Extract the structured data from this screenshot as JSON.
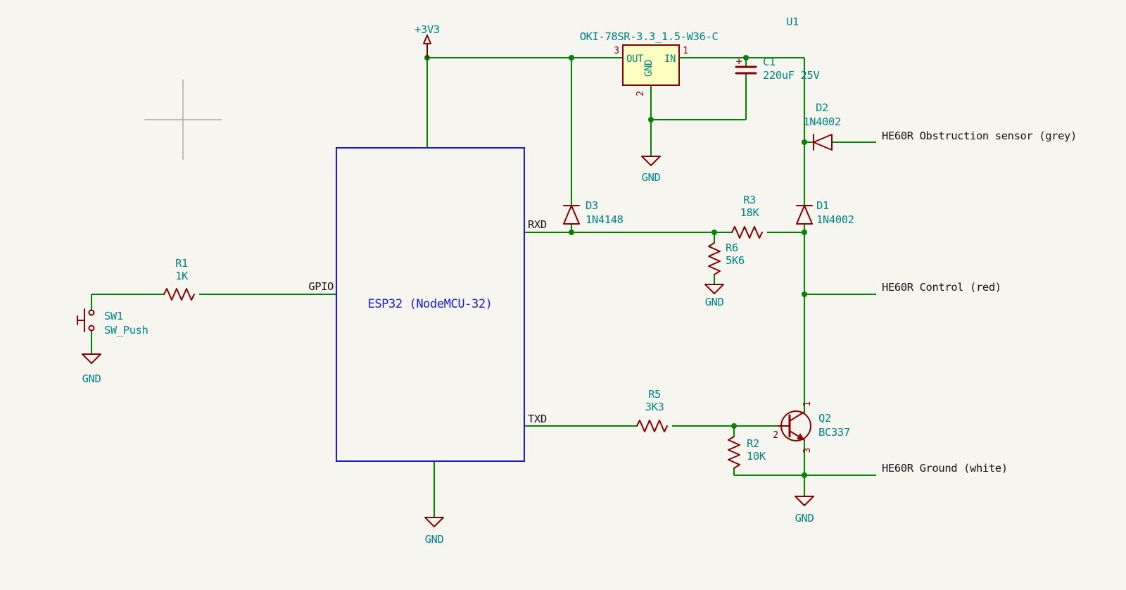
{
  "colors": {
    "background": "#F6F5EF",
    "wire_green": "#008400",
    "device_red": "#840000",
    "field_teal": "#008484",
    "sheet_blue": "#1a1ac8",
    "label_black": "#141414",
    "device_fill_yellow": "#FFFFC2"
  },
  "power_symbols": {
    "v3v3": "+3V3",
    "gnd": "GND"
  },
  "sheet": {
    "name": "ESP32 (NodeMCU-32)",
    "pins": {
      "gpio": "GPIO",
      "rxd": "RXD",
      "txd": "TXD"
    }
  },
  "components": {
    "U1": {
      "ref": "U1",
      "value": "OKI-78SR-3.3_1.5-W36-C",
      "pin_names": {
        "out": "OUT",
        "gnd": "GND",
        "in": "IN"
      },
      "pin_numbers": {
        "out": "3",
        "gnd": "2",
        "in": "1"
      }
    },
    "C1": {
      "ref": "C1",
      "value": "220uF 25V",
      "polarity": "+"
    },
    "D1": {
      "ref": "D1",
      "value": "1N4002"
    },
    "D2": {
      "ref": "D2",
      "value": "1N4002"
    },
    "D3": {
      "ref": "D3",
      "value": "1N4148"
    },
    "R1": {
      "ref": "R1",
      "value": "1K"
    },
    "R2": {
      "ref": "R2",
      "value": "10K"
    },
    "R3": {
      "ref": "R3",
      "value": "18K"
    },
    "R5": {
      "ref": "R5",
      "value": "3K3"
    },
    "R6": {
      "ref": "R6",
      "value": "5K6"
    },
    "Q2": {
      "ref": "Q2",
      "value": "BC337",
      "pin_numbers": {
        "collector": "1",
        "base": "2",
        "emitter": "3"
      }
    },
    "SW1": {
      "ref": "SW1",
      "value": "SW_Push"
    }
  },
  "net_labels": {
    "obstruction": "HE60R Obstruction sensor (grey)",
    "control": "HE60R Control (red)",
    "ground": "HE60R Ground (white)"
  }
}
